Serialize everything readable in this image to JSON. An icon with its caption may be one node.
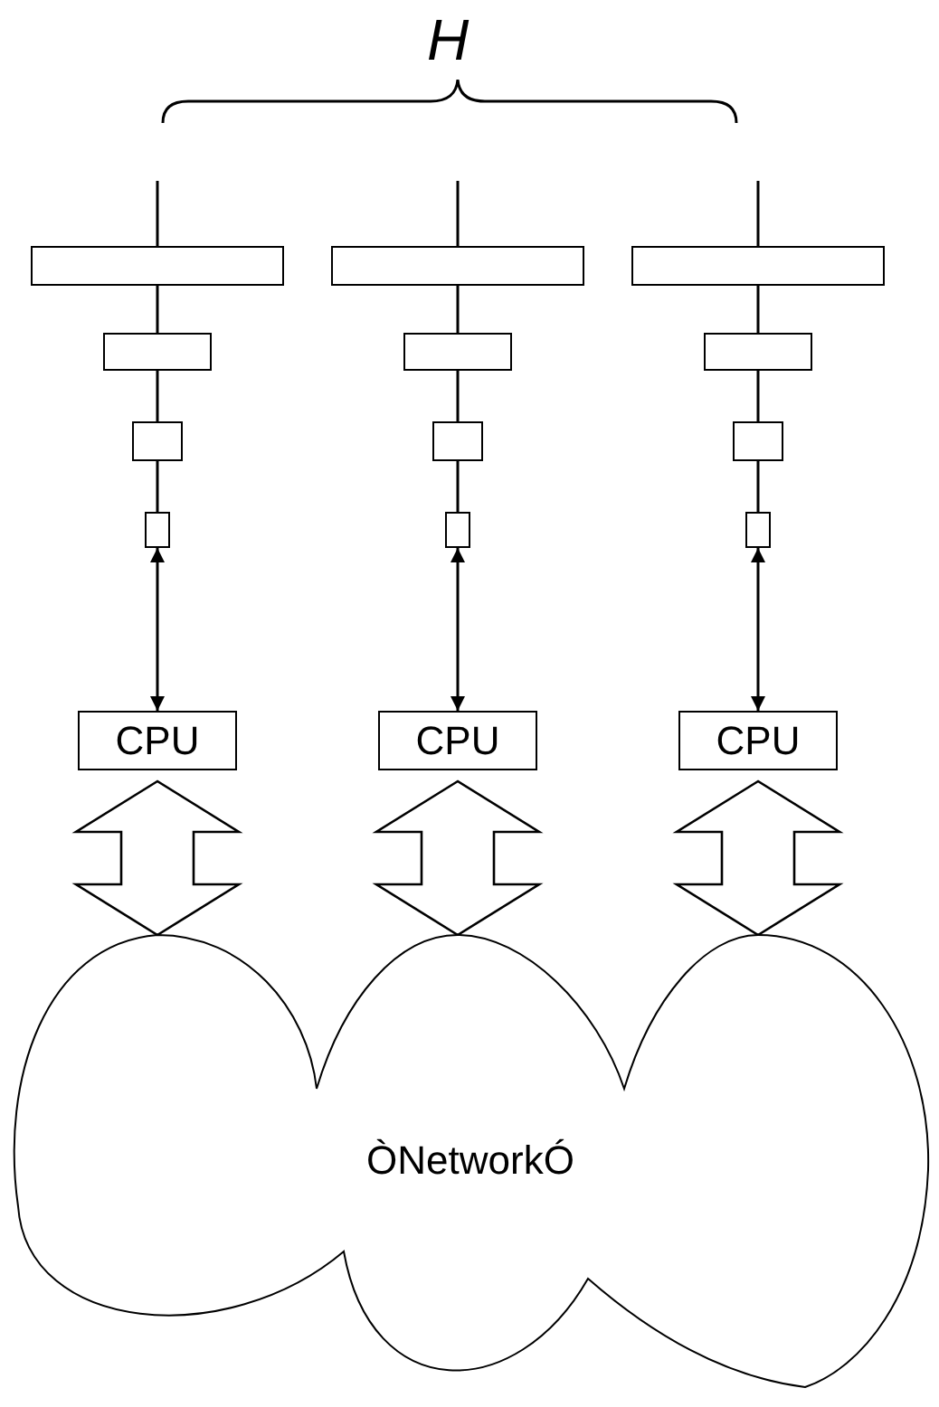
{
  "diagram": {
    "nodes": [
      {
        "text": [],
        "shape": "box"
      },
      {
        "text": [],
        "shape": "box"
      },
      {
        "text": [],
        "shape": "box"
      },
      {
        "text": [],
        "shape": "box"
      },
      {
        "text": [],
        "shape": "box"
      },
      {
        "text": [],
        "shape": "box"
      },
      {
        "text": [],
        "shape": "box"
      },
      {
        "text": [],
        "shape": "box"
      },
      {
        "text": [],
        "shape": "box"
      },
      {
        "text": [],
        "shape": "box"
      },
      {
        "text": [],
        "shape": "box"
      },
      {
        "text": [],
        "shape": "box"
      },
      {
        "text": [
          "CPU"
        ]
      },
      {
        "text": [
          "CPU"
        ]
      },
      {
        "text": [
          "CPU"
        ]
      },
      {
        "text": [
          "ÒNetworkÓ"
        ]
      }
    ],
    "edges": [
      {
        "from": null,
        "to": 0,
        "arrow": "none"
      },
      {
        "from": null,
        "to": 1,
        "arrow": "none"
      },
      {
        "from": null,
        "to": 2,
        "arrow": "none"
      },
      {
        "from": 0,
        "to": 3,
        "arrow": "none"
      },
      {
        "from": 1,
        "to": 4,
        "arrow": "none"
      },
      {
        "from": 2,
        "to": 5,
        "arrow": "none"
      },
      {
        "from": 3,
        "to": 6,
        "arrow": "none"
      },
      {
        "from": 4,
        "to": 7,
        "arrow": "none"
      },
      {
        "from": 5,
        "to": 8,
        "arrow": "none"
      },
      {
        "from": 6,
        "to": 9,
        "arrow": "none"
      },
      {
        "from": 7,
        "to": 10,
        "arrow": "none"
      },
      {
        "from": 8,
        "to": 11,
        "arrow": "none"
      },
      {
        "from": 9,
        "to": 12,
        "arrow": "both"
      },
      {
        "from": 10,
        "to": 13,
        "arrow": "both"
      },
      {
        "from": 11,
        "to": 14,
        "arrow": "both"
      },
      {
        "from": 12,
        "to": 15,
        "arrow": "both",
        "style": "thick"
      },
      {
        "from": 13,
        "to": 15,
        "arrow": "both",
        "style": "thick"
      },
      {
        "from": 14,
        "to": 15,
        "arrow": "both",
        "style": "thick"
      }
    ],
    "labels": [
      "H"
    ]
  }
}
